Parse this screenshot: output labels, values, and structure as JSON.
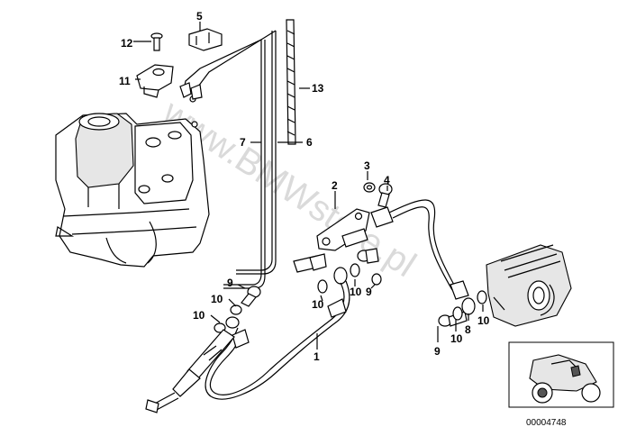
{
  "watermark": "www.BMWstore.pl",
  "diagram_code": "00004748",
  "callouts": [
    {
      "id": "c1",
      "label": "1"
    },
    {
      "id": "c2",
      "label": "2"
    },
    {
      "id": "c3",
      "label": "3"
    },
    {
      "id": "c4",
      "label": "4"
    },
    {
      "id": "c5",
      "label": "5"
    },
    {
      "id": "c6",
      "label": "6"
    },
    {
      "id": "c7",
      "label": "7"
    },
    {
      "id": "c8",
      "label": "8"
    },
    {
      "id": "c9a",
      "label": "9"
    },
    {
      "id": "c9b",
      "label": "9"
    },
    {
      "id": "c9c",
      "label": "9"
    },
    {
      "id": "c10a",
      "label": "10"
    },
    {
      "id": "c10b",
      "label": "10"
    },
    {
      "id": "c10c",
      "label": "10"
    },
    {
      "id": "c10d",
      "label": "10"
    },
    {
      "id": "c10e",
      "label": "10"
    },
    {
      "id": "c10f",
      "label": "10"
    },
    {
      "id": "c11",
      "label": "11"
    },
    {
      "id": "c12",
      "label": "12"
    },
    {
      "id": "c13",
      "label": "13"
    }
  ]
}
